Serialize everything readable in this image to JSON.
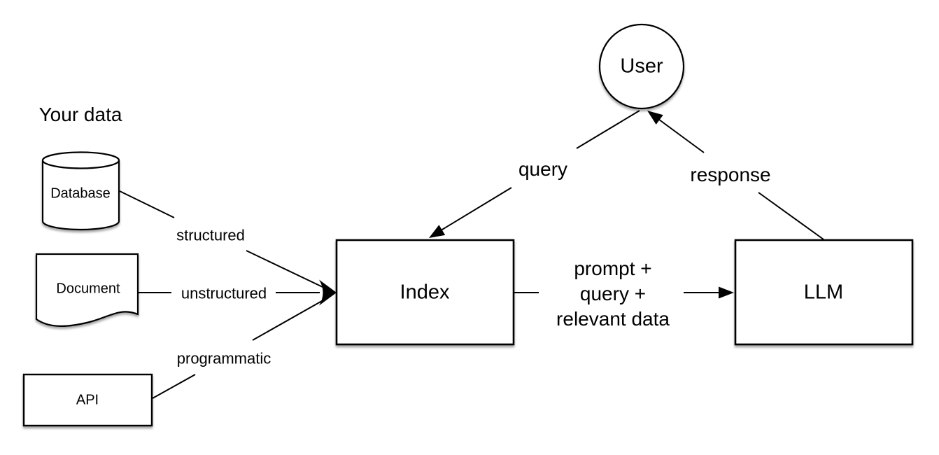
{
  "diagram": {
    "section_label": "Your data",
    "nodes": {
      "user": "User",
      "database": "Database",
      "document": "Document",
      "api": "API",
      "index": "Index",
      "llm": "LLM"
    },
    "edge_labels": {
      "structured": "structured",
      "unstructured": "unstructured",
      "programmatic": "programmatic",
      "query": "query",
      "response": "response",
      "prompt_lines": [
        "prompt +",
        "query +",
        "relevant data"
      ]
    },
    "colors": {
      "background": "#ffffff",
      "stroke": "#000000",
      "node_fill": "#ffffff",
      "text": "#000000"
    }
  }
}
